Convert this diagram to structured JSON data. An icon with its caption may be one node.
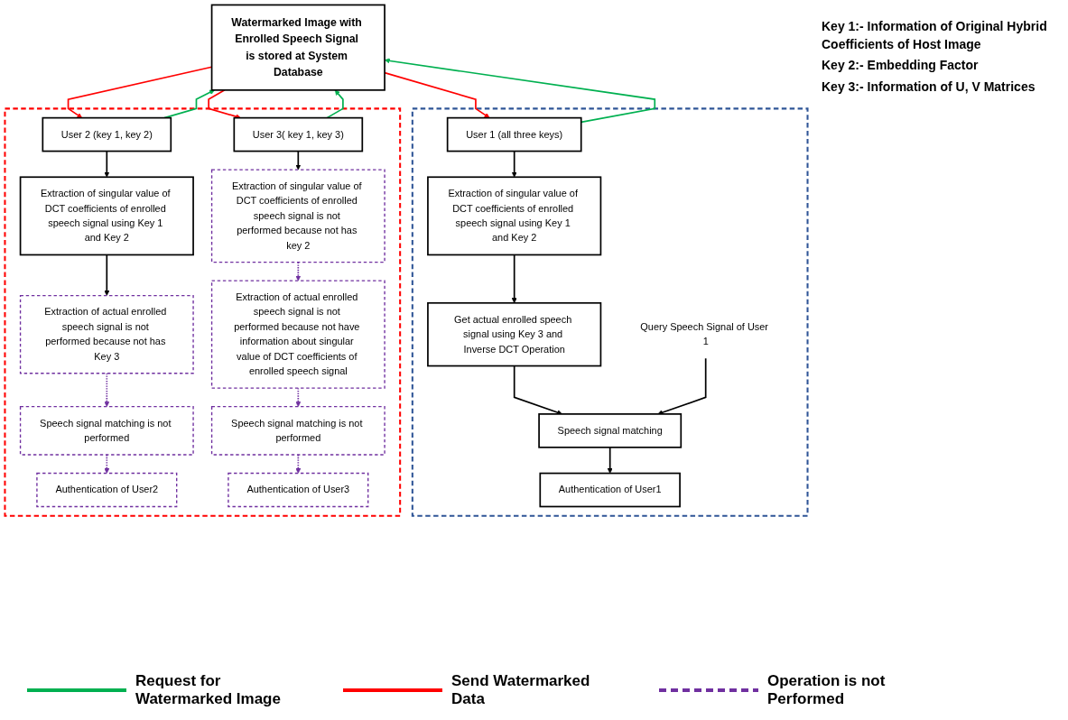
{
  "diagram": {
    "nodes": [
      {
        "text": [
          "Watermarked Image with Enrolled Speech Signal is stored at System Database"
        ]
      },
      {
        "text": [],
        "shape": "box"
      },
      {
        "text": [
          "User 1 (all three keys)"
        ],
        "in": 1
      },
      {
        "text": [
          "Extraction of singular value of DCT coefficients of enrolled speech signal using Key 1 and Key 2"
        ],
        "in": 1
      },
      {
        "text": [
          "Get actual enrolled speech signal using Key 3 and Inverse DCT Operation"
        ],
        "in": 1
      },
      {
        "text": [
          "Speech signal matching"
        ],
        "in": 1
      },
      {
        "text": [
          "Authentication of User1"
        ],
        "in": 1
      },
      {
        "text": [
          "Query Speech Signal of User 1"
        ],
        "in": 1
      },
      {
        "text": [],
        "shape": "box"
      },
      {
        "text": [
          "User 2 (key 1, key 2)"
        ],
        "in": 8
      },
      {
        "text": [
          "Extraction of singular value of DCT coefficients of enrolled speech signal using Key 1 and Key 2"
        ],
        "in": 8
      },
      {
        "text": [
          "Extraction of actual enrolled speech signal is not performed because not has Key 3"
        ],
        "in": 8
      },
      {
        "text": [
          "Speech signal matching is not performed"
        ],
        "in": 8
      },
      {
        "text": [
          "Authentication of User2"
        ],
        "in": 8
      },
      {
        "text": [
          "User 3( key 1, key 3)"
        ],
        "in": 8
      },
      {
        "text": [
          "Extraction of singular value of DCT coefficients of enrolled speech signal is not performed because not has key 2"
        ],
        "in": 8
      },
      {
        "text": [
          "Extraction of actual enrolled speech signal is not performed because not have information about singular value of DCT coefficients of enrolled speech signal"
        ],
        "in": 8
      },
      {
        "text": [
          "Speech signal matching is not performed"
        ],
        "in": 8
      },
      {
        "text": [
          "Authentication of User3"
        ],
        "in": 8
      }
    ],
    "edges": [
      {
        "from": 2,
        "to": 0,
        "arrow": "to",
        "color": "#00b050"
      },
      {
        "from": 0,
        "to": 2,
        "arrow": "to",
        "color": "#ff0000"
      },
      {
        "from": 9,
        "to": 0,
        "arrow": "to",
        "color": "#00b050"
      },
      {
        "from": 0,
        "to": 9,
        "arrow": "to",
        "color": "#ff0000"
      },
      {
        "from": 14,
        "to": 0,
        "arrow": "to",
        "color": "#00b050"
      },
      {
        "from": 0,
        "to": 14,
        "arrow": "to",
        "color": "#ff0000"
      },
      {
        "from": 2,
        "to": 3,
        "arrow": "to"
      },
      {
        "from": 3,
        "to": 4,
        "arrow": "to"
      },
      {
        "from": 4,
        "to": 5,
        "arrow": "to"
      },
      {
        "from": 7,
        "to": 5,
        "arrow": "to"
      },
      {
        "from": 5,
        "to": 6,
        "arrow": "to"
      },
      {
        "from": 9,
        "to": 10,
        "arrow": "to"
      },
      {
        "from": 10,
        "to": 11,
        "arrow": "to"
      },
      {
        "from": 11,
        "to": 12,
        "arrow": "to",
        "style": "dashed",
        "color": "#7030a0"
      },
      {
        "from": 12,
        "to": 13,
        "arrow": "to",
        "style": "dashed",
        "color": "#7030a0"
      },
      {
        "from": 14,
        "to": 15,
        "arrow": "to"
      },
      {
        "from": 15,
        "to": 16,
        "arrow": "to",
        "style": "dashed",
        "color": "#7030a0"
      },
      {
        "from": 16,
        "to": 17,
        "arrow": "to",
        "style": "dashed",
        "color": "#7030a0"
      },
      {
        "from": 17,
        "to": 18,
        "arrow": "to",
        "style": "dashed",
        "color": "#7030a0"
      }
    ],
    "labels": [
      "Key 1:- Information of Original Hybrid Coefficients of Host Image",
      "Key 2:- Embedding Factor",
      "Key 3:- Information of U, V Matrices"
    ],
    "legend": [
      {
        "text": "Request for Watermarked Image"
      },
      {
        "text": "Send Watermarked Data"
      },
      {
        "text": "Operation is not Performed"
      }
    ]
  }
}
